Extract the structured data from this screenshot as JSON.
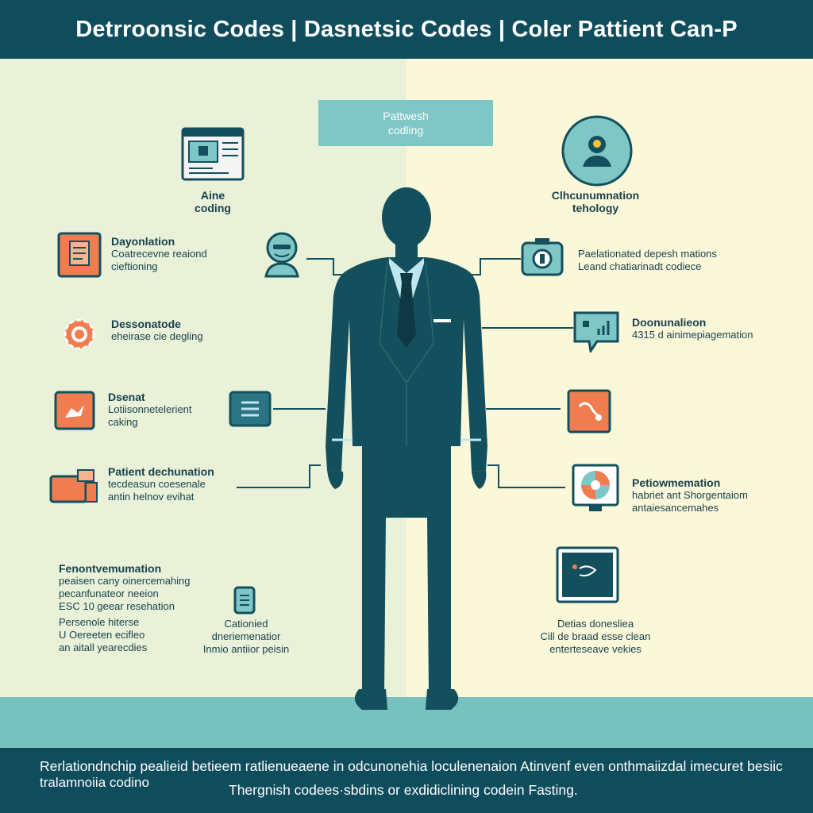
{
  "header": {
    "title": "Detrroonsic Codes  | Dasnetsic Codes | Coler Pattient Can-P"
  },
  "pathway_box": {
    "line1": "Pattwesh",
    "line2": "codling"
  },
  "left": {
    "item_coding": {
      "line1": "Aine",
      "line2": "coding"
    },
    "item_dayonlation": {
      "title": "Dayonlation",
      "line1": "Coatrecevne reaiond",
      "line2": "cieftioning"
    },
    "item_dessonatode": {
      "title": "Dessonatode",
      "line1": "eheirase cie degling"
    },
    "item_dsenat": {
      "title": "Dsenat",
      "line1": "Lotiisonnetelerient",
      "line2": "caking"
    },
    "item_patient_dechunation": {
      "title": "Patient dechunation",
      "line1": "tecdeasun coesenale",
      "line2": "antin helnov evihat"
    },
    "item_fenont": {
      "title": "Fenontvemumation",
      "line1": "peaisen cany oinercemahing",
      "line2": "pecanfunateor neeion",
      "line3": "ESC 10 geear resehation",
      "line4": "Persenole hiterse",
      "line5": "U Oereeten ecifleo",
      "line6": "an aitall yearecdies"
    },
    "item_cationied": {
      "line1": "Cationied",
      "line2": "dneriemenatior",
      "line3": "Inmio antiior peisin"
    }
  },
  "right": {
    "item_technology": {
      "line1": "Clhcunumnation",
      "line2": "tehology"
    },
    "item_paelationated": {
      "line1": "Paelationated depesh mations",
      "line2": "Leand chatiarinadt codiece"
    },
    "item_doonunation": {
      "title": "Doonunalieon",
      "line1": "4315 d ainimepiagemation"
    },
    "item_petiow": {
      "title": "Petiowmemation",
      "line1": "habriet ant Shorgentaiom",
      "line2": "antaiesancemahes"
    },
    "item_detias": {
      "line1": "Detias donesliea",
      "line2": "Cill de braad esse clean",
      "line3": "enterteseave vekies"
    }
  },
  "footer": {
    "line1": "Rerlationdnchip pealieid betieem ratlienueaene in odcunonehia loculenenaion Atinvenf even onthmaiizdal imecuret besiic",
    "line2": "tralamnoiia codino",
    "line3": "Thergnish codees·sbdins or exdidiclining codein Fasting."
  },
  "colors": {
    "header": "#0f4c5c",
    "left_bg": "#e9f2d8",
    "right_bg": "#fbf8d9",
    "teal_box": "#7fc6c6",
    "floor": "#77c1bf",
    "accent_orange": "#ef7d4f",
    "figure": "#134f5c"
  }
}
